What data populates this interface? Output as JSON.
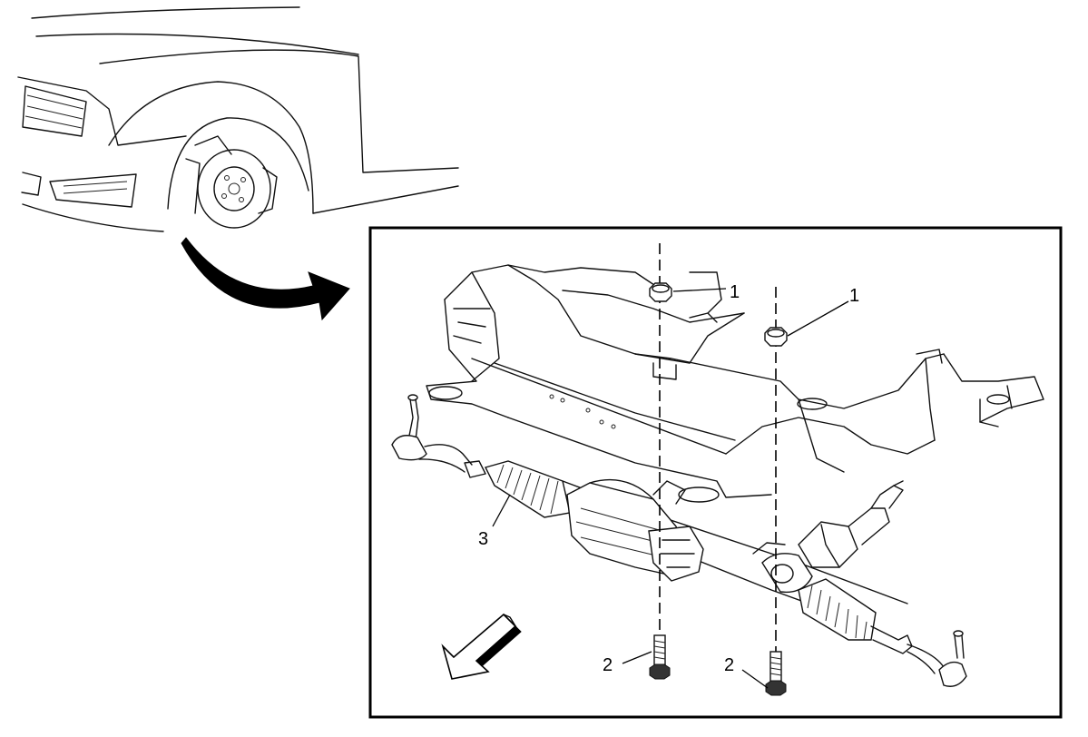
{
  "callouts": {
    "nut_upper_left": "1",
    "nut_upper_right": "1",
    "bolt_lower_left": "2",
    "bolt_lower_right": "2",
    "steering_gear": "3"
  },
  "icons": {
    "vehicle_view": "vehicle-front-corner-icon",
    "pointer_arrow": "curved-arrow-icon",
    "direction_arrow": "front-direction-arrow-icon"
  },
  "colors": {
    "line": "#111111",
    "background": "#ffffff"
  }
}
